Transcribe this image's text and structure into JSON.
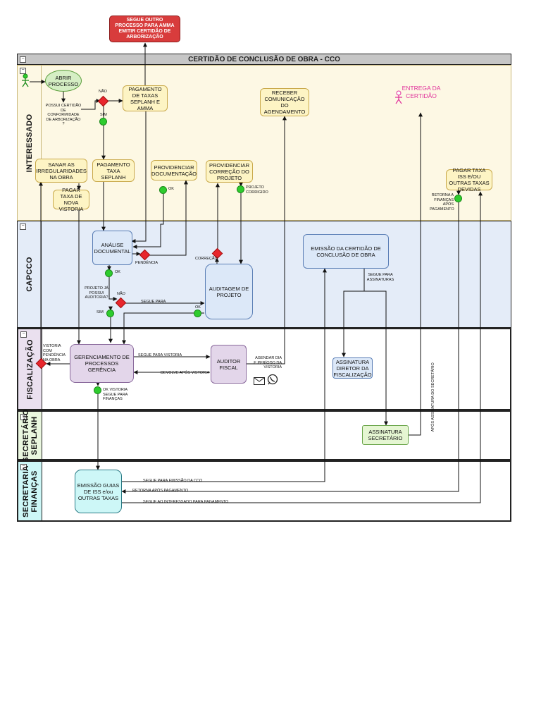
{
  "title": "CERTIDÃO DE CONCLUSÃO DE OBRA - CCO",
  "top_note": "SEGUE OUTRO PROCESSO PARA AMMA EMITIR CERTIDÃO DE ARBORIZAÇÃO",
  "lanes": {
    "interessado": "INTERESSADO",
    "capcco": "CAPCCO",
    "fiscalizacao": "FISCALIZAÇÃO",
    "seplanh_line1": "SECRETÁRIO",
    "seplanh_line2": "SEPLANH",
    "financas_line1": "SECRETARIA",
    "financas_line2": "FINANÇAS"
  },
  "collapse_glyph": "−",
  "nodes": {
    "abrir": "ABRIR PROCESSO",
    "pag_taxas_amma": "PAGAMENTO DE TAXAS SEPLANH E AMMA",
    "receber": "RECEBER COMUNICAÇÃO DO AGENDAMENTO",
    "entrega": "ENTREGA DA CERTIDÃO",
    "sanar": "SANAR AS IRREGULARIDADES NA OBRA",
    "pag_taxa_seplanh": "PAGAMENTO TAXA SEPLANH",
    "prov_doc": "PROVIDENCIAR DOCUMENTAÇÃO",
    "prov_corr": "PROVIDENCIAR CORREÇÃO DO PROJETO",
    "pagar_iss": "PAGAR TAXA ISS E/OU OUTRAS TAXAS DEVIDAS",
    "pagar_vistoria": "PAGAR TAXA DE NOVA VISTORIA",
    "analise": "ANÁLISE DOCUMENTAL",
    "auditagem": "AUDITAGEM DE PROJETO",
    "emissao_cert": "EMISSÃO DA CERTIDÃO DE CONCLUSÃO DE OBRA",
    "gerenciamento": "GERENCIAMENTO DE PROCESSOS GERÊNCIA",
    "auditor": "AUDITOR FISCAL",
    "assinatura_diretor": "ASSINATURA DIRETOR DA FISCALIZAÇÃO",
    "assinatura_sec": "ASSINATURA SECRETÁRIO",
    "emissao_guias": "EMISSÃO GUIAS DE ISS e/ou OUTRAS TAXAS"
  },
  "labels": {
    "nao1": "NÃO",
    "possui": "POSSUI CERTIDÃO DE CONFORMIDADE DE ARBORIZAÇÃO ?",
    "sim1": "SIM",
    "ok1": "OK",
    "projeto_corrigido": "PROJETO CORRIGIDO",
    "retorna": "RETORNA A FINANÇAS APÓS PAGAMENTO",
    "pendencia": "PENDÊNCIA",
    "correcao": "CORREÇÃO",
    "ok2": "OK",
    "projeto_ja": "PROJETO JÁ POSSUI AUDITORIA?",
    "nao2": "NÃO",
    "segue_para": "SEGUE PARA",
    "sim2": "SIM",
    "ok3": "OK",
    "segue_assinaturas": "SEGUE PARA ASSINATURAS",
    "vistoria_pendencia": "VISTORIA COM PENDÊNCIA NA OBRA",
    "segue_vistoria": "SEGUE PARA VISTORIA",
    "devolve": "DEVOLVE APÓS VISTORIA",
    "agendar": "AGENDAR DIA E PERÍODO DA VISTORIA",
    "ok_vistoria": "OK VISTORIA SEGUE PARA FINANÇAS",
    "apos_assinatura": "APÓS ASSINATURA DO SECRETÁRIO",
    "segue_emissao": "SEGUE PARA EMISSÃO DA CCO",
    "retorna_pag": "RETORNA APÓS PAGAMENTO",
    "segue_interessado": "SEGUE AO INTERESSADO PARA PAGAMENTO"
  },
  "colors": {
    "swimlane_interessado": "#fdf8e4",
    "swimlane_capcco": "#e4ecf8",
    "swimlane_fiscalizacao": "#eae0ef",
    "swimlane_seplanh": "#eaf7df",
    "swimlane_financas": "#cdf7f7",
    "decision": "#e8262c",
    "ok_dot": "#2ecc2e",
    "top_box": "#d83c3c",
    "entrega_text": "#e0309a"
  }
}
